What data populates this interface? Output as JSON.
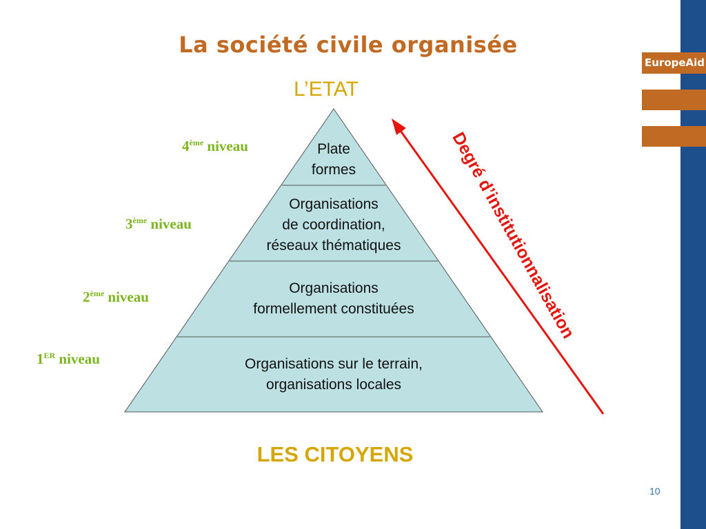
{
  "slide": {
    "title": "La société civile organisée",
    "top_label": "L’ETAT",
    "bottom_label": "LES CITOYENS",
    "page_number": "10",
    "logo_text": "EuropeAid"
  },
  "pyramid": {
    "tiers": [
      {
        "line1": "Plate",
        "line2": "formes"
      },
      {
        "line1": "Organisations",
        "line2": "de coordination,",
        "line3": "réseaux thématiques"
      },
      {
        "line1": "Organisations",
        "line2": "formellement constituées"
      },
      {
        "line1": "Organisations sur le terrain,",
        "line2": "organisations locales"
      }
    ]
  },
  "levels": [
    {
      "num": "4",
      "sup": "ème",
      "word": "niveau"
    },
    {
      "num": "3",
      "sup": "ème",
      "word": "niveau"
    },
    {
      "num": "2",
      "sup": "ème",
      "word": "niveau"
    },
    {
      "num": "1",
      "sup": "ER",
      "word": "niveau"
    }
  ],
  "arrow_label": "Degré d’institutionnalisation",
  "colors": {
    "title": "#c06a24",
    "accent_yellow": "#d6a600",
    "level_green": "#7cb51f",
    "pyramid_fill": "#bde0e3",
    "arrow_red": "#e3160d",
    "sidebar_blue": "#1d4f8c"
  }
}
